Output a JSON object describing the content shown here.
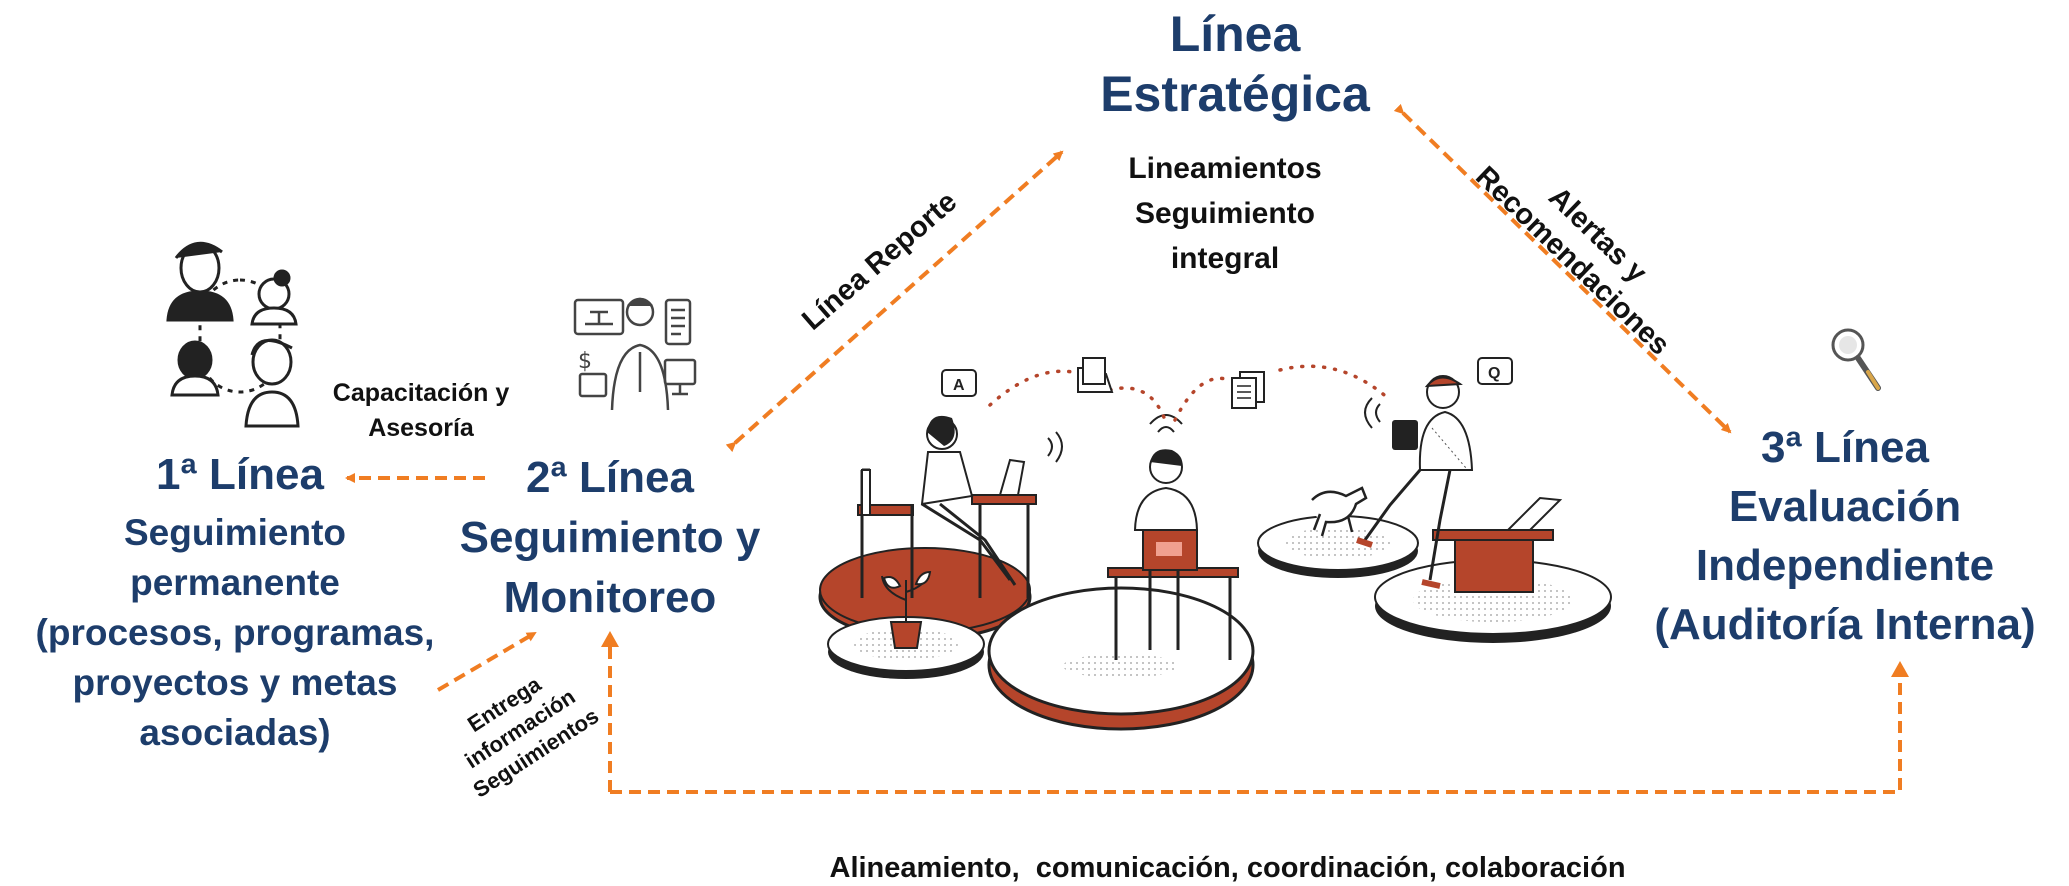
{
  "strategic": {
    "title_lines": [
      "Línea",
      "Estratégica"
    ],
    "sub_lines": [
      "Lineamientos",
      "Seguimiento",
      "integral"
    ]
  },
  "first": {
    "title": "1ª Línea",
    "sub_lines": [
      "Seguimiento",
      "permanente",
      "(procesos, programas,",
      "proyectos y metas",
      "asociadas)"
    ]
  },
  "second": {
    "title_lines": [
      "2ª Línea",
      "Seguimiento y",
      "Monitoreo"
    ]
  },
  "third": {
    "title_lines": [
      "3ª Línea",
      "Evaluación",
      "Independiente",
      "(Auditoría Interna)"
    ]
  },
  "arrows": {
    "capacitacion_lines": [
      "Capacitación y",
      "Asesoría"
    ],
    "linea_reporte": "Línea Reporte",
    "alertas_lines": [
      "Alertas y",
      "Recomendaciones"
    ],
    "entrega_lines": [
      "Entrega",
      "información",
      "Seguimientos"
    ],
    "bottom": "Alineamiento,  comunicación, coordinación, colaboración"
  },
  "colors": {
    "title_blue": "#1d3d6b",
    "arrow_orange": "#f07d22",
    "illustration_red": "#b5452b"
  },
  "icons": {
    "team": "people-network-icon",
    "analyst": "analyst-with-charts-icon",
    "audit": "magnifier-icon",
    "workspace": "remote-work-illustration"
  },
  "bubbles": [
    "A",
    "Q"
  ]
}
